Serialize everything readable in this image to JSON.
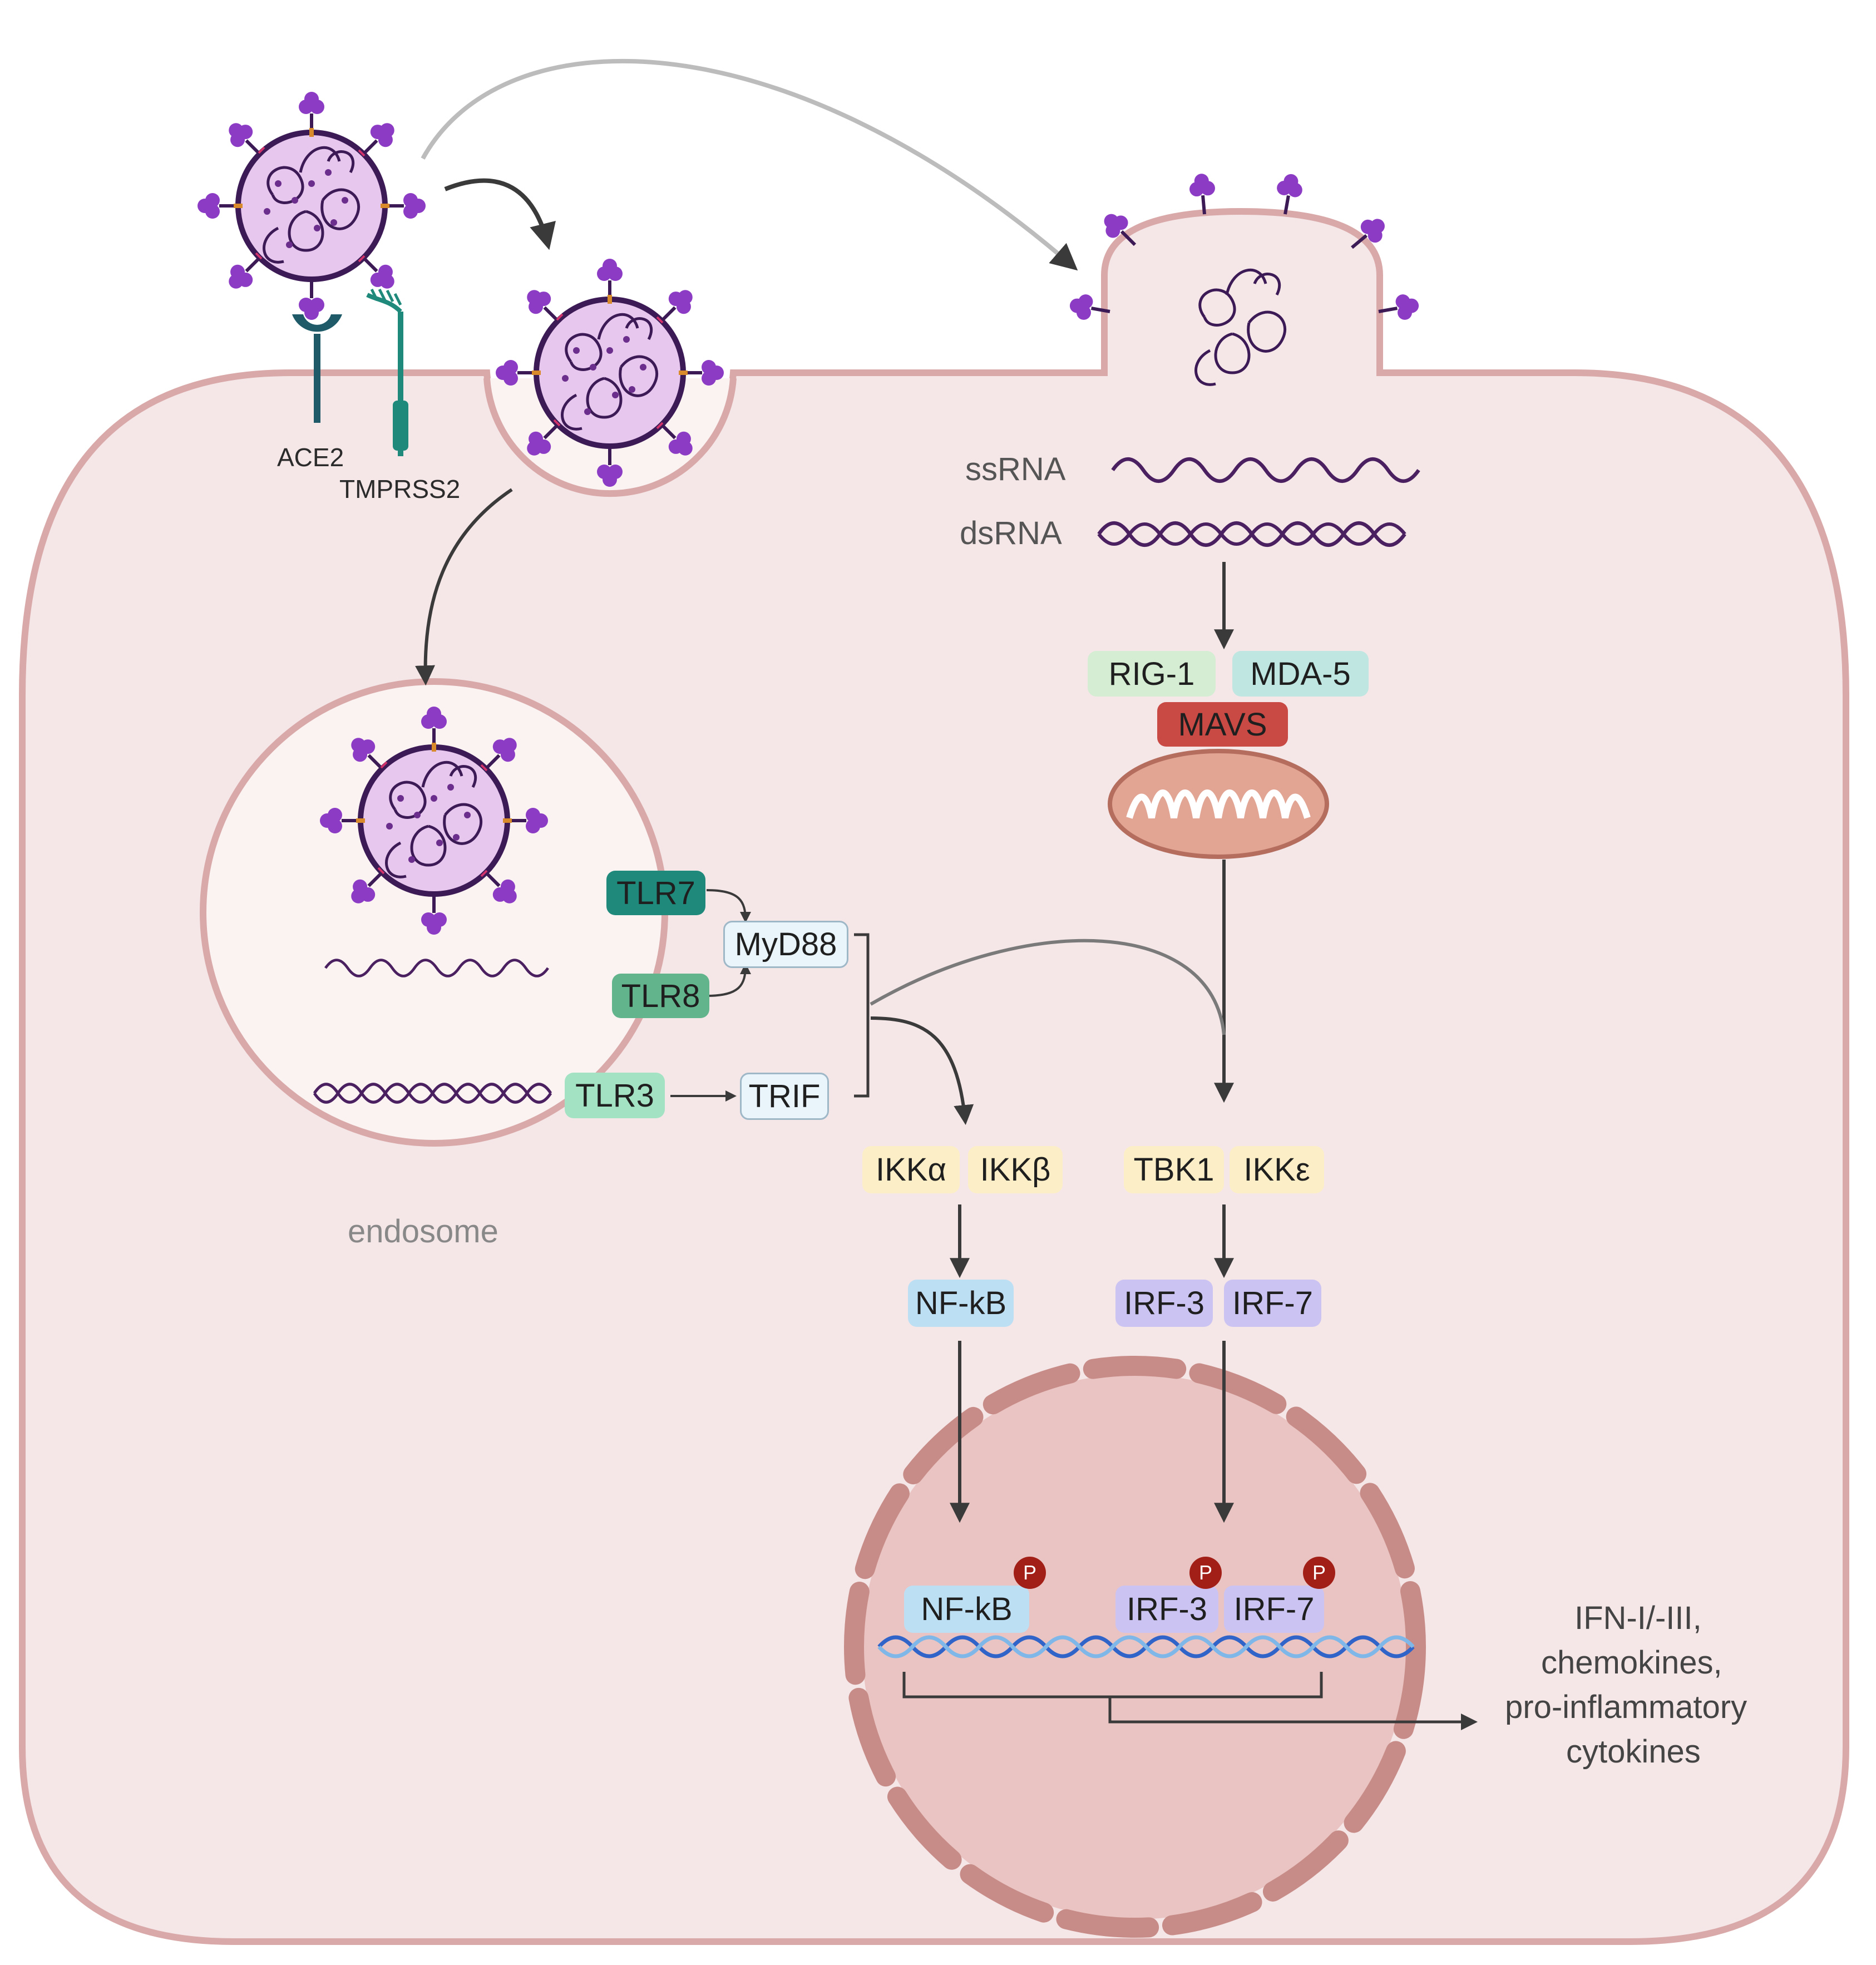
{
  "receptors": {
    "ace2": "ACE2",
    "tmprss2": "TMPRSS2"
  },
  "rna": {
    "ssrna": "ssRNA",
    "dsrna": "dsRNA"
  },
  "cytosolic_sensors": {
    "rig1": "RIG-1",
    "mda5": "MDA-5",
    "mavs": "MAVS"
  },
  "endosome": {
    "label": "endosome",
    "tlr7": "TLR7",
    "tlr8": "TLR8",
    "tlr3": "TLR3"
  },
  "adaptors": {
    "myd88": "MyD88",
    "trif": "TRIF"
  },
  "kinases": {
    "ikka": "IKKα",
    "ikkb": "IKKβ",
    "tbk1": "TBK1",
    "ikke": "IKKε"
  },
  "transcription_factors": {
    "nfkb": "NF-kB",
    "irf3": "IRF-3",
    "irf7": "IRF-7"
  },
  "phospho_tag": "P",
  "output": {
    "line1": "IFN-I/-III,",
    "line2": "chemokines,",
    "line3": "pro-inflammatory",
    "line4": "cytokines"
  },
  "colors": {
    "cell_fill": "#f5e6e7",
    "cell_border": "#d9a8a8",
    "virus_fill": "#e8c7ef",
    "virus_border": "#3c1a55",
    "spike": "#8c3cc4",
    "rig1": "#d4edd3",
    "mda5": "#bfe6e1",
    "mavs": "#c94a45",
    "mito": "#e2a493",
    "tlr7": "#1f8a7c",
    "tlr8": "#62b48d",
    "tlr3": "#a3e3c4",
    "adaptor": "#e9f4fb",
    "kinase": "#fcefc7",
    "nfkb": "#bcdff4",
    "irf": "#cbc3f1",
    "nucleus": "#eac4c2",
    "nuclear_envelope": "#c78c87",
    "phospho": "#a21f17"
  }
}
